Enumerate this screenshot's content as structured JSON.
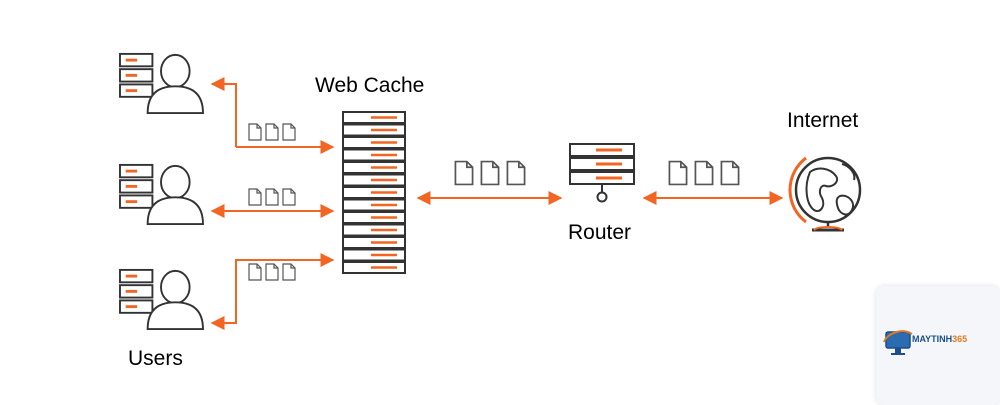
{
  "labels": {
    "web_cache": "Web Cache",
    "router": "Router",
    "internet": "Internet",
    "users": "Users"
  },
  "logo": {
    "name_main": "MAYTINH",
    "name_accent": "365"
  },
  "colors": {
    "accent": "#f26522",
    "outline": "#333333",
    "doc_outline": "#555555"
  },
  "icons": {
    "user": "user-workstation-icon",
    "cache": "web-cache-server-icon",
    "router": "router-icon",
    "globe": "globe-icon",
    "document": "document-icon"
  }
}
